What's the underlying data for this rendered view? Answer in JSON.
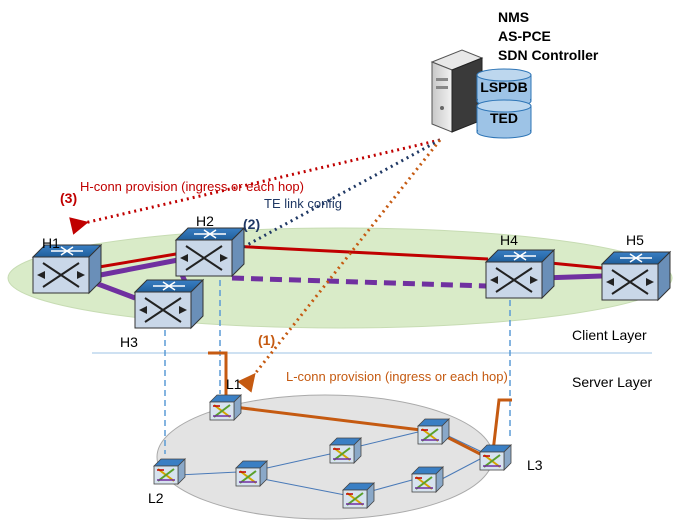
{
  "controller": {
    "lines": [
      "NMS",
      "AS-PCE",
      "SDN Controller"
    ],
    "db_top": "LSPDB",
    "db_bottom": "TED"
  },
  "layers": {
    "client": "Client Layer",
    "server": "Server Layer"
  },
  "client_nodes": [
    "H1",
    "H2",
    "H3",
    "H4",
    "H5"
  ],
  "server_nodes": [
    "L1",
    "L2",
    "L3"
  ],
  "steps": {
    "s1_num": "(1)",
    "s1_text": "L-conn provision (ingress or each hop)",
    "s2_num": "(2)",
    "s2_text": "TE link config",
    "s3_num": "(3)",
    "s3_text": "H-conn provision (ingress or each hop)"
  },
  "colors": {
    "client_ellipse": "#d9ebc8",
    "server_ellipse": "#e3e3e3",
    "red_link": "#c00000",
    "purple_link": "#7030a0",
    "orange_link": "#c55a11",
    "navy_arrow": "#1f3864",
    "blue_dashed": "#5b9bd5"
  }
}
